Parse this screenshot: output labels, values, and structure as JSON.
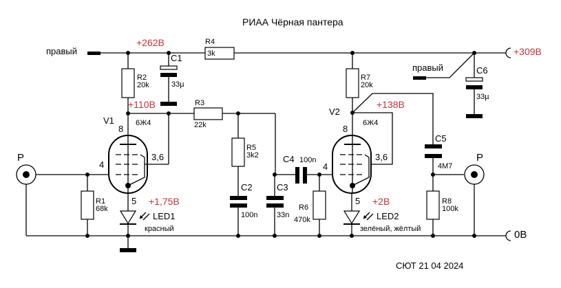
{
  "title": "РИАА Чёрная пантера",
  "footer": "СЮТ 21 04 2024",
  "colors": {
    "voltage": "#c8323a",
    "wire": "#000000",
    "background": "#ffffff"
  },
  "supply": {
    "input_label_left": "правый",
    "input_label_right": "правый",
    "b_plus": "+309В",
    "ground": "0В"
  },
  "voltages": {
    "node_r4_left": "+262В",
    "v1_anode": "+110В",
    "v1_cathode": "+1,75В",
    "v2_anode": "+138В",
    "v2_cathode": "+2В"
  },
  "connectors": {
    "input": "Р",
    "output": "Р"
  },
  "tubes": [
    {
      "ref": "V1",
      "type": "6Ж4",
      "pin_anode": "8",
      "pin_grid": "4",
      "pin_screen": "3,6",
      "pin_cathode": "5"
    },
    {
      "ref": "V2",
      "type": "6Ж4",
      "pin_anode": "8",
      "pin_grid": "4",
      "pin_screen": "3,6",
      "pin_cathode": "5"
    }
  ],
  "resistors": [
    {
      "ref": "R1",
      "value": "68k"
    },
    {
      "ref": "R2",
      "value": "20k"
    },
    {
      "ref": "R3",
      "value": "22k"
    },
    {
      "ref": "R4",
      "value": "3k"
    },
    {
      "ref": "R5",
      "value": "3k2"
    },
    {
      "ref": "R6",
      "value": "470k"
    },
    {
      "ref": "R7",
      "value": "20k"
    },
    {
      "ref": "R8",
      "value": "100k"
    }
  ],
  "capacitors": [
    {
      "ref": "C1",
      "value": "33µ"
    },
    {
      "ref": "C2",
      "value": "100n"
    },
    {
      "ref": "C3",
      "value": "33n"
    },
    {
      "ref": "C4",
      "value": "100n"
    },
    {
      "ref": "C5",
      "value": "4M7"
    },
    {
      "ref": "C6",
      "value": "33µ"
    }
  ],
  "leds": [
    {
      "ref": "LED1",
      "color_note": "красный"
    },
    {
      "ref": "LED2",
      "color_note": "зелёный, жёлтый"
    }
  ]
}
